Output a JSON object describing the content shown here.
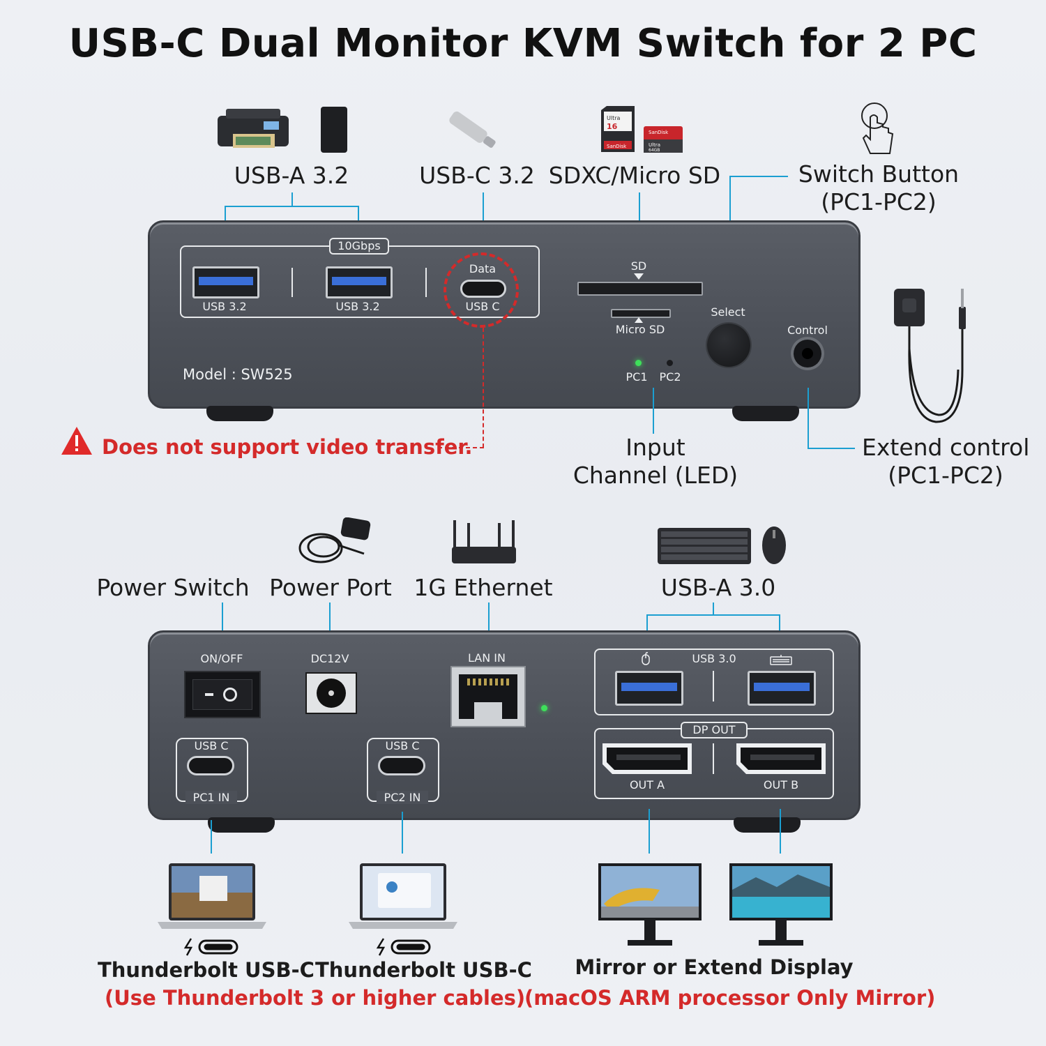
{
  "title": "USB-C Dual Monitor KVM Switch for 2 PC",
  "front": {
    "labels": {
      "usb_a": "USB-A 3.2",
      "usb_c": "USB-C 3.2",
      "sd": "SDXC/Micro SD",
      "switch_button": "Switch Button",
      "switch_button_sub": "(PC1-PC2)",
      "input_channel": "Input",
      "input_channel_sub": "Channel (LED)",
      "extend_control": "Extend control",
      "extend_control_sub": "(PC1-PC2)",
      "warning": "Does not support video transfer."
    },
    "silk": {
      "speed": "10Gbps",
      "usb32_a": "USB 3.2",
      "usb32_b": "USB 3.2",
      "data": "Data",
      "usbc": "USB C",
      "sd": "SD",
      "microsd": "Micro SD",
      "select": "Select",
      "control": "Control",
      "model": "Model : SW525",
      "pc1": "PC1",
      "pc2": "PC2"
    },
    "icons": [
      "printer-icon",
      "hard-drive-icon",
      "usb-flash-drive-icon",
      "sd-card-icon",
      "microsd-card-icon",
      "hand-pointer-icon",
      "wired-remote-icon",
      "warning-icon"
    ],
    "sd_card_text": [
      "Ultra",
      "16",
      "SanDisk"
    ],
    "microsd_text": [
      "SanDisk",
      "Ultra",
      "64GB"
    ]
  },
  "rear": {
    "labels": {
      "power_switch": "Power Switch",
      "power_port": "Power Port",
      "ethernet": "1G Ethernet",
      "usb_a3": "USB-A 3.0",
      "thunderbolt_1": "Thunderbolt USB-C",
      "thunderbolt_2": "Thunderbolt USB-C",
      "thunderbolt_note": "(Use Thunderbolt 3 or higher cables)",
      "display": "Mirror or Extend Display",
      "display_note": "(macOS ARM processor Only Mirror)"
    },
    "silk": {
      "onoff": "ON/OFF",
      "dc12v": "DC12V",
      "lan": "LAN IN",
      "usb30": "USB 3.0",
      "dpout": "DP OUT",
      "outa": "OUT A",
      "outb": "OUT B",
      "usbc1": "USB C",
      "pc1in": "PC1 IN",
      "usbc2": "USB C",
      "pc2in": "PC2 IN"
    },
    "icons": [
      "power-adapter-icon",
      "router-icon",
      "keyboard-icon",
      "mouse-icon",
      "laptop-icon",
      "monitor-icon",
      "thunderbolt-icon",
      "usb-c-port-icon"
    ]
  },
  "colors": {
    "accent_line": "#1b9fd1",
    "warning_red": "#d42a2a",
    "panel": "#4c5058",
    "usb_blue": "#3a6fd8",
    "led_green": "#3ee05a"
  }
}
